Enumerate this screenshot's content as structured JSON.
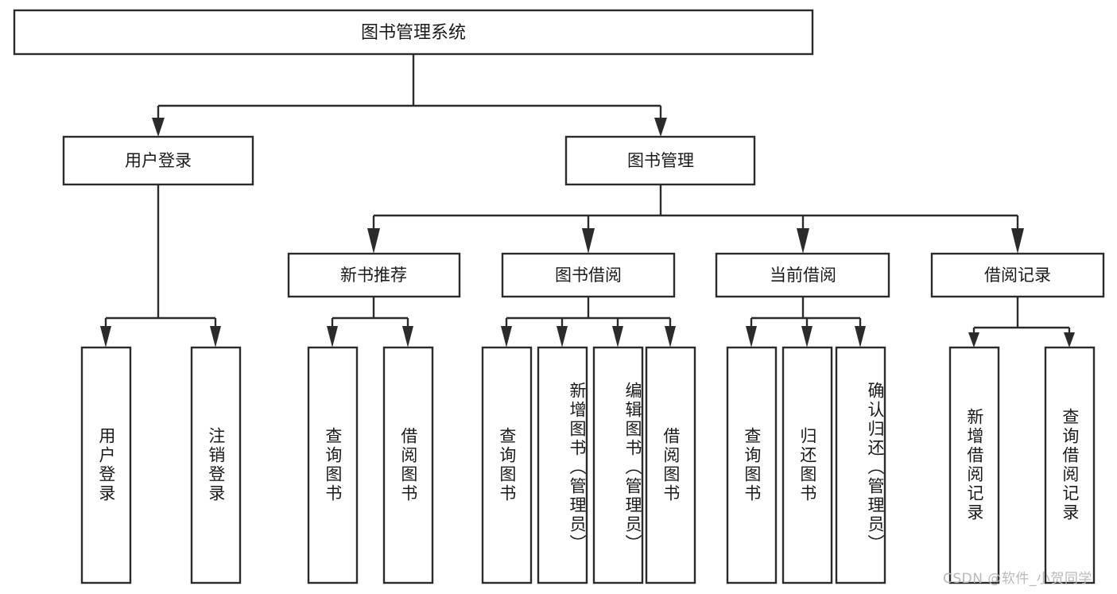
{
  "diagram": {
    "type": "tree-hierarchy-chart",
    "title": "图书管理系统",
    "watermark": "CSDN @软件_小贺同学",
    "colors": {
      "background": "#ffffff",
      "stroke": "#2b2b2b",
      "text": "#1a1a1a",
      "watermark": "#b9b9b9"
    },
    "levels": {
      "root": {
        "label": "图书管理系统"
      },
      "level2": [
        {
          "id": "user-login",
          "label": "用户登录"
        },
        {
          "id": "book-management",
          "label": "图书管理"
        }
      ],
      "level3": [
        {
          "id": "new-book-recommend",
          "label": "新书推荐",
          "parent": "book-management"
        },
        {
          "id": "book-borrow",
          "label": "图书借阅",
          "parent": "book-management"
        },
        {
          "id": "current-borrow",
          "label": "当前借阅",
          "parent": "book-management"
        },
        {
          "id": "borrow-record",
          "label": "借阅记录",
          "parent": "book-management"
        }
      ],
      "leaves": [
        {
          "id": "leaf-user-login",
          "label": "用户登录",
          "parent": "user-login"
        },
        {
          "id": "leaf-logout-login",
          "label": "注销登录",
          "parent": "user-login"
        },
        {
          "id": "leaf-query-book-1",
          "label": "查询图书",
          "parent": "new-book-recommend"
        },
        {
          "id": "leaf-borrow-book-1",
          "label": "借阅图书",
          "parent": "new-book-recommend"
        },
        {
          "id": "leaf-query-book-2",
          "label": "查询图书",
          "parent": "book-borrow"
        },
        {
          "id": "leaf-add-book",
          "label": "新增图书（管理员）",
          "parent": "book-borrow"
        },
        {
          "id": "leaf-edit-book",
          "label": "编辑图书（管理员）",
          "parent": "book-borrow"
        },
        {
          "id": "leaf-borrow-book-2",
          "label": "借阅图书",
          "parent": "book-borrow"
        },
        {
          "id": "leaf-query-book-3",
          "label": "查询图书",
          "parent": "current-borrow"
        },
        {
          "id": "leaf-return-book",
          "label": "归还图书",
          "parent": "current-borrow"
        },
        {
          "id": "leaf-confirm-return",
          "label": "确认归还（管理员）",
          "parent": "current-borrow"
        },
        {
          "id": "leaf-add-record",
          "label": "新增借阅记录",
          "parent": "borrow-record"
        },
        {
          "id": "leaf-query-record",
          "label": "查询借阅记录",
          "parent": "borrow-record"
        }
      ]
    }
  }
}
